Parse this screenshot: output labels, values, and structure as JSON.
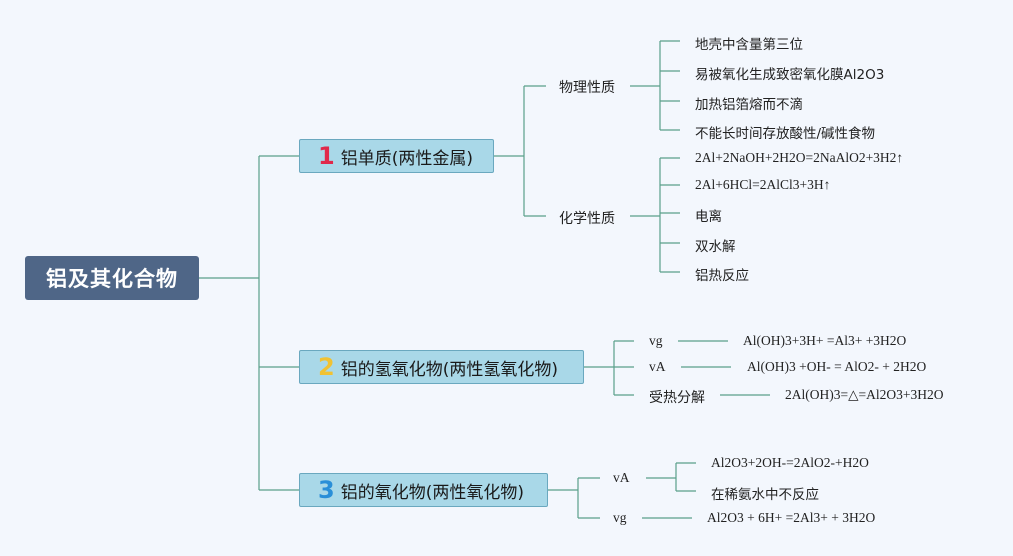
{
  "root": {
    "label": "铝及其化合物"
  },
  "branches": [
    {
      "number": "1",
      "number_color": "#e0294a",
      "label": "铝单质(两性金属)",
      "groups": [
        {
          "label": "物理性质",
          "items": [
            "地壳中含量第三位",
            "易被氧化生成致密氧化膜Al2O3",
            "加热铝箔熔而不滴",
            "不能长时间存放酸性/碱性食物"
          ]
        },
        {
          "label": "化学性质",
          "items": [
            "2Al+2NaOH+2H2O=2NaAlO2+3H2↑",
            "2Al+6HCl=2AlCl3+3H↑",
            "电离",
            "双水解",
            "铝热反应"
          ]
        }
      ]
    },
    {
      "number": "2",
      "number_color": "#f1c232",
      "label": "铝的氢氧化物(两性氢氧化物)",
      "rows": [
        {
          "label": "vg",
          "value": "Al(OH)3+3H+ =Al3+ +3H2O"
        },
        {
          "label": "vA",
          "value": "Al(OH)3 +OH- = AlO2- + 2H2O"
        },
        {
          "label": "受热分解",
          "value": "2Al(OH)3=△=Al2O3+3H2O"
        }
      ]
    },
    {
      "number": "3",
      "number_color": "#2a8fd8",
      "label": "铝的氧化物(两性氧化物)",
      "groups": [
        {
          "label": "vA",
          "items": [
            "Al2O3+2OH-=2AlO2-+H2O",
            "在稀氨水中不反应"
          ]
        }
      ],
      "rows": [
        {
          "label": "vg",
          "value": "Al2O3 + 6H+ =2Al3+ + 3H2O"
        }
      ]
    }
  ],
  "colors": {
    "line": "#5aa08a",
    "root_bg": "#4f6687",
    "branch_bg": "#a9d8e8"
  }
}
